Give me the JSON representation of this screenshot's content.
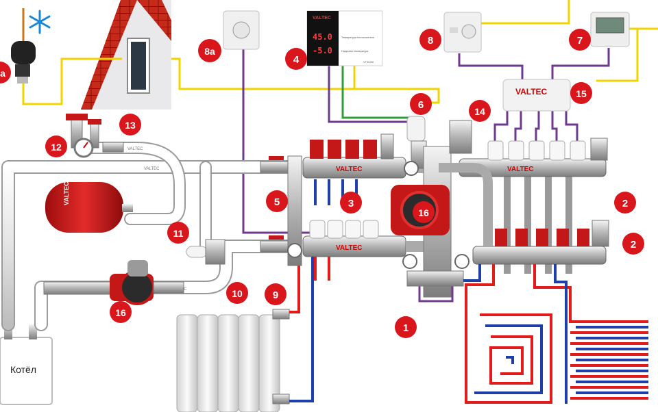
{
  "boiler": {
    "label": "Котёл"
  },
  "controller": {
    "brand": "VALTEC",
    "display_top": "45.0",
    "display_bottom": "-5.0",
    "label_top": "Температура теплоносителя",
    "label_bottom": "Наружная температура",
    "model": "VT.K200"
  },
  "brand": {
    "valtec": "VALTEC"
  },
  "badges": {
    "b1": "1",
    "b2a": "2",
    "b2b": "2",
    "b3": "3",
    "b4": "4",
    "b5": "5",
    "b6": "6",
    "b7": "7",
    "b8": "8",
    "b8a": "8a",
    "b9": "9",
    "b10": "10",
    "b11": "11",
    "b12": "12",
    "b13": "13",
    "b14": "14",
    "b15": "15",
    "b16a": "16",
    "b16b": "16",
    "b_outdoor": "a"
  },
  "colors": {
    "supply": "#e31b1b",
    "return": "#1f3fa8",
    "signal_yellow": "#f0d400",
    "signal_purple": "#6e3a8e",
    "signal_green": "#2f9d3a",
    "badge": "#d9161c",
    "roof": "#c62a1a",
    "pipe": "#e8e8e8"
  }
}
